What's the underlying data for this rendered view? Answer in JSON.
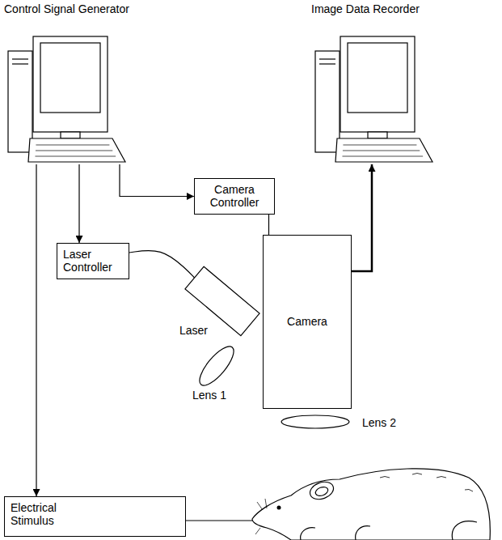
{
  "diagram": {
    "nodes": [
      {
        "text": [
          "Control Signal Generator"
        ]
      },
      {
        "text": [
          "Image Data Recorder"
        ]
      },
      {
        "text": [
          "Camera Controller"
        ]
      },
      {
        "text": [
          "Laser Controller"
        ]
      },
      {
        "text": [
          "Laser"
        ]
      },
      {
        "text": [
          "Camera"
        ]
      },
      {
        "text": [
          "Electrical Stimulus"
        ]
      }
    ],
    "edges": [
      {
        "from": 0,
        "to": 2,
        "arrow": "to"
      },
      {
        "from": 0,
        "to": 3,
        "arrow": "to"
      },
      {
        "from": 0,
        "to": 6,
        "arrow": "to"
      },
      {
        "from": 3,
        "to": 4,
        "arrow": "none"
      },
      {
        "from": 2,
        "to": 5,
        "arrow": "none"
      },
      {
        "from": 5,
        "to": 1,
        "arrow": "to"
      }
    ],
    "labels": [
      "Lens 1",
      "Lens 2"
    ]
  }
}
